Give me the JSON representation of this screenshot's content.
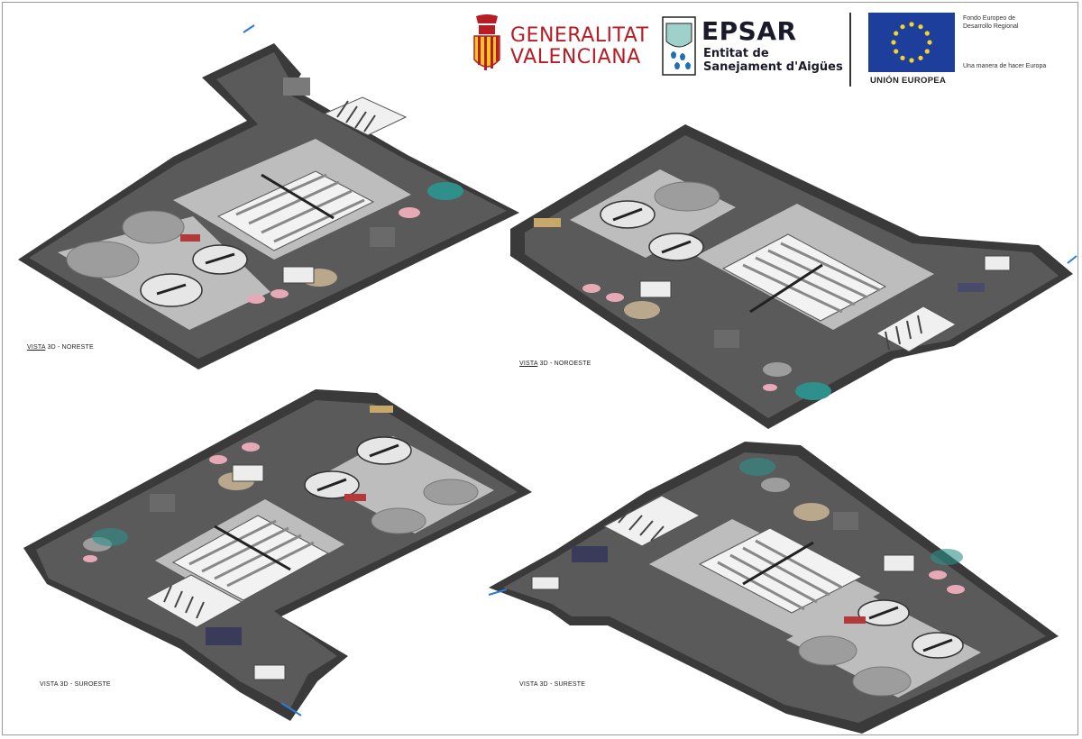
{
  "header": {
    "generalitat": {
      "line1": "GENERALITAT",
      "line2": "VALENCIANA",
      "emblem_icon": "coat-of-arms-icon",
      "color": "#b81d26"
    },
    "epsar": {
      "title": "EPSAR",
      "line1": "Entitat de",
      "line2": "Sanejament d'Aigües",
      "mark_icon": "water-drops-icon"
    },
    "eu": {
      "label": "UNIÓN EUROPEA",
      "fund_line1": "Fondo Europeo de",
      "fund_line2": "Desarrollo Regional",
      "motto": "Una manera de hacer Europa",
      "flag_icon": "eu-flag-icon",
      "flag_color": "#1d3f9b",
      "star_color": "#f3d32c"
    }
  },
  "views": [
    {
      "caption_underlined": "VISTA",
      "caption_rest": " 3D - NORESTE"
    },
    {
      "caption_underlined": "VISTA",
      "caption_rest": " 3D - NOROESTE"
    },
    {
      "caption_underlined": "",
      "caption_rest": "VISTA 3D - SUROESTE"
    },
    {
      "caption_underlined": "",
      "caption_rest": "VISTA 3D - SURESTE"
    }
  ],
  "colors": {
    "road": "#5a5a5a",
    "ground": "#bdbdbd",
    "wall": "#3a3a3a",
    "tank": "#9d9d9d",
    "water": "#2c7bd6",
    "accent_pink": "#e8a9b6",
    "accent_teal": "#2f8f8a",
    "soil": "#b9a88c"
  }
}
